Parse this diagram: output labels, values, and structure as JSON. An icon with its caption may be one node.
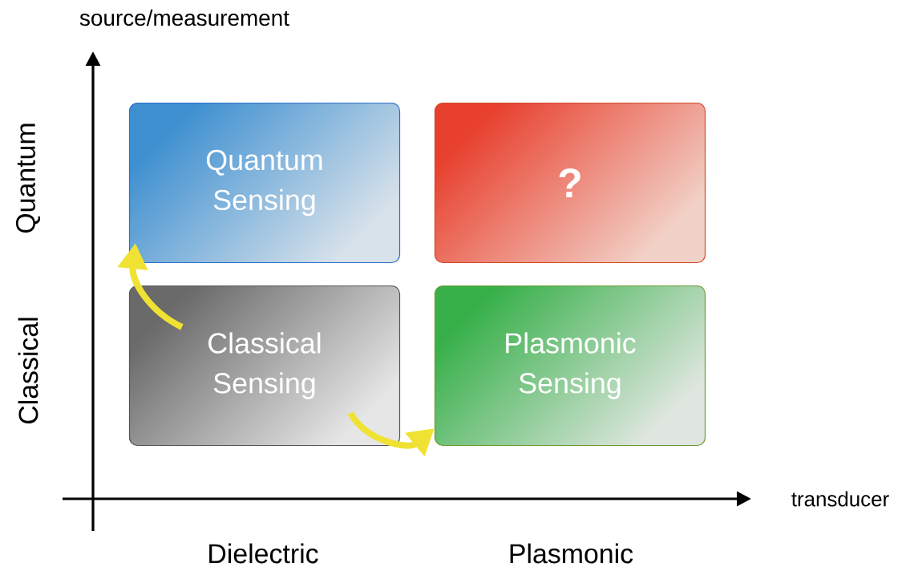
{
  "diagram": {
    "nodes": [
      {
        "text": [
          "Quantum Sensing"
        ]
      },
      {
        "text": [
          "?"
        ]
      },
      {
        "text": [
          "Classical Sensing"
        ]
      },
      {
        "text": [
          "Plasmonic Sensing"
        ]
      }
    ],
    "edges": [
      {
        "from": 2,
        "to": 0,
        "arrow": "to",
        "color": "#f0e232"
      },
      {
        "from": 2,
        "to": 3,
        "arrow": "to",
        "color": "#f0e232"
      }
    ],
    "labels": [
      "source/measurement",
      "Quantum",
      "Classical",
      "transducer",
      "Dielectric",
      "Plasmonic"
    ]
  }
}
